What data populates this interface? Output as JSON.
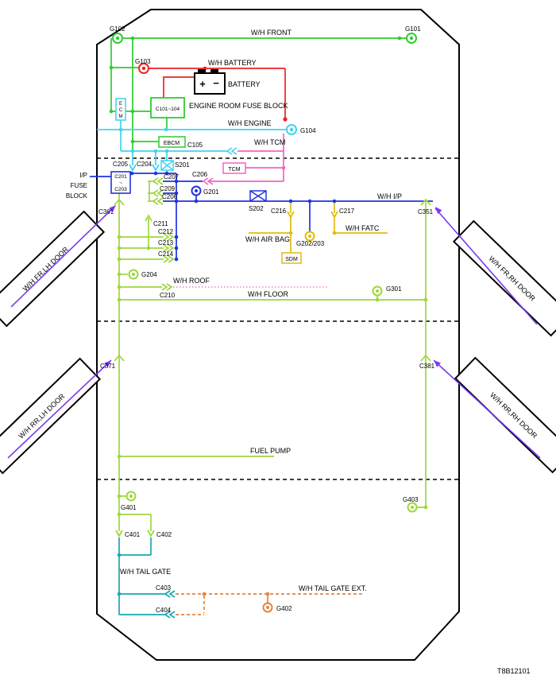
{
  "drawing_code": "T8B12101",
  "colors": {
    "front_green": "#2fcc2f",
    "body_green": "#9ed73c",
    "engine_cyan": "#3fd4ee",
    "tailgate_teal": "#18a8b0",
    "battery_red": "#ee2222",
    "ip_blue": "#2233dd",
    "tcm_pink": "#f463c8",
    "airbag_yellow": "#e0bb10",
    "tailgate_ext_orange": "#e8823a",
    "door_purple": "#7a3bee",
    "outline_black": "#000000"
  },
  "harness_labels": {
    "front": "W/H FRONT",
    "battery": "W/H BATTERY",
    "engine": "W/H ENGINE",
    "tcm": "W/H TCM",
    "ip": "W/H I/P",
    "air_bag": "W/H AIR BAG",
    "fatc": "W/H FATC",
    "roof": "W/H ROOF",
    "floor": "W/H FLOOR",
    "fuel_pump": "FUEL PUMP",
    "tail_gate": "W/H TAIL GATE",
    "tail_gate_ext": "W/H TAIL GATE EXT.",
    "fr_lh_door": "W/H FR,LH DOOR",
    "fr_rh_door": "W/H FR,RH DOOR",
    "rr_lh_door": "W/H RR,LH DOOR",
    "rr_rh_door": "W/H RR,RH DOOR"
  },
  "components": {
    "battery": "BATTERY",
    "battery_plus": "+",
    "battery_minus": "−",
    "engine_room_fuse_block": "ENGINE ROOM FUSE BLOCK",
    "ip_fuse_block_line1": "I/P",
    "ip_fuse_block_line2": "FUSE",
    "ip_fuse_block_line3": "BLOCK",
    "ecm_letters": [
      "E",
      "C",
      "M"
    ],
    "ebcm": "EBCM",
    "tcm": "TCM",
    "sdm": "SDM"
  },
  "grounds": {
    "g101": "G101",
    "g102": "G102",
    "g103": "G103",
    "g104": "G104",
    "g201": "G201",
    "g202_203": "G202/203",
    "g204": "G204",
    "g301": "G301",
    "g401": "G401",
    "g402": "G402",
    "g403": "G403"
  },
  "connectors": {
    "c101_104": "C101~104",
    "c105": "C105",
    "c201": "C201",
    "c201_c203_tilde": "~",
    "c203": "C203",
    "c204": "C204",
    "c205": "C205",
    "c206_tcm": "C206",
    "c206_ip": "C206",
    "c207": "C207",
    "c209": "C209",
    "c210": "C210",
    "c211": "C211",
    "c212": "C212",
    "c213": "C213",
    "c214": "C214",
    "c216": "C216",
    "c217": "C217",
    "c351": "C351",
    "c361": "C361",
    "c371": "C371",
    "c381": "C381",
    "c401": "C401",
    "c402": "C402",
    "c403": "C403",
    "c404": "C404",
    "s201": "S201",
    "s202": "S202"
  }
}
